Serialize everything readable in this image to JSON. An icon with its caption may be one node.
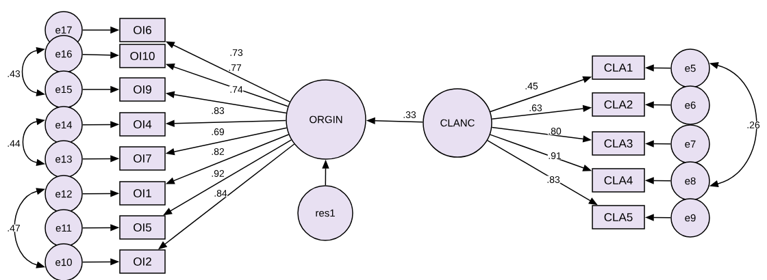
{
  "diagram": {
    "nodes": [
      {
        "text": [
          "e17"
        ]
      },
      {
        "text": [
          "e16"
        ]
      },
      {
        "text": [
          "e15"
        ]
      },
      {
        "text": [
          "e14"
        ]
      },
      {
        "text": [
          "e13"
        ]
      },
      {
        "text": [
          "e12"
        ]
      },
      {
        "text": [
          "e11"
        ]
      },
      {
        "text": [
          "e10"
        ]
      },
      {
        "text": [
          "OI6"
        ]
      },
      {
        "text": [
          "OI10"
        ]
      },
      {
        "text": [
          "OI9"
        ]
      },
      {
        "text": [
          "OI4"
        ]
      },
      {
        "text": [
          "OI7"
        ]
      },
      {
        "text": [
          "OI1"
        ]
      },
      {
        "text": [
          "OI5"
        ]
      },
      {
        "text": [
          "OI2"
        ]
      },
      {
        "text": [
          "ORGIN"
        ]
      },
      {
        "text": [
          "res1"
        ]
      },
      {
        "text": [
          "CLANC"
        ]
      },
      {
        "text": [
          "CLA1"
        ]
      },
      {
        "text": [
          "CLA2"
        ]
      },
      {
        "text": [
          "CLA3"
        ]
      },
      {
        "text": [
          "CLA4"
        ]
      },
      {
        "text": [
          "CLA5"
        ]
      },
      {
        "text": [
          "e5"
        ]
      },
      {
        "text": [
          "e6"
        ]
      },
      {
        "text": [
          "e7"
        ]
      },
      {
        "text": [
          "e8"
        ]
      },
      {
        "text": [
          "e9"
        ]
      }
    ],
    "edges": [
      {
        "from": 0,
        "to": 8,
        "arrow": "to"
      },
      {
        "from": 1,
        "to": 9,
        "arrow": "to"
      },
      {
        "from": 2,
        "to": 10,
        "arrow": "to"
      },
      {
        "from": 3,
        "to": 11,
        "arrow": "to"
      },
      {
        "from": 4,
        "to": 12,
        "arrow": "to"
      },
      {
        "from": 5,
        "to": 13,
        "arrow": "to"
      },
      {
        "from": 6,
        "to": 14,
        "arrow": "to"
      },
      {
        "from": 7,
        "to": 15,
        "arrow": "to"
      },
      {
        "from": 16,
        "to": 8,
        "arrow": "to",
        "label": ".73"
      },
      {
        "from": 16,
        "to": 9,
        "arrow": "to",
        "label": ".77"
      },
      {
        "from": 16,
        "to": 10,
        "arrow": "to",
        "label": ".74"
      },
      {
        "from": 16,
        "to": 11,
        "arrow": "to",
        "label": ".83"
      },
      {
        "from": 16,
        "to": 12,
        "arrow": "to",
        "label": ".69"
      },
      {
        "from": 16,
        "to": 13,
        "arrow": "to",
        "label": ".82"
      },
      {
        "from": 16,
        "to": 14,
        "arrow": "to",
        "label": ".92"
      },
      {
        "from": 16,
        "to": 15,
        "arrow": "to",
        "label": ".84"
      },
      {
        "from": 17,
        "to": 16,
        "arrow": "to"
      },
      {
        "from": 18,
        "to": 16,
        "arrow": "to",
        "label": ".33"
      },
      {
        "from": 18,
        "to": 19,
        "arrow": "to",
        "label": ".45"
      },
      {
        "from": 18,
        "to": 20,
        "arrow": "to",
        "label": ".63"
      },
      {
        "from": 18,
        "to": 21,
        "arrow": "to",
        "label": ".80"
      },
      {
        "from": 18,
        "to": 22,
        "arrow": "to",
        "label": ".91"
      },
      {
        "from": 18,
        "to": 23,
        "arrow": "to",
        "label": ".83"
      },
      {
        "from": 24,
        "to": 19,
        "arrow": "to"
      },
      {
        "from": 25,
        "to": 20,
        "arrow": "to"
      },
      {
        "from": 26,
        "to": 21,
        "arrow": "to"
      },
      {
        "from": 27,
        "to": 22,
        "arrow": "to"
      },
      {
        "from": 28,
        "to": 23,
        "arrow": "to"
      },
      {
        "from": 1,
        "to": 2,
        "arrow": "both",
        "label": ".43"
      },
      {
        "from": 3,
        "to": 4,
        "arrow": "both",
        "label": ".44"
      },
      {
        "from": 5,
        "to": 7,
        "arrow": "both",
        "label": ".47"
      },
      {
        "from": 24,
        "to": 27,
        "arrow": "both",
        "label": ".26"
      }
    ]
  }
}
